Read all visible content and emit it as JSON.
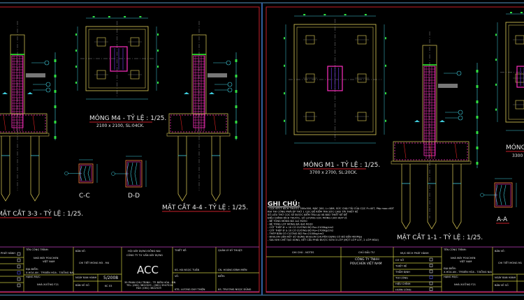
{
  "colors": {
    "background": "#000000",
    "sheet_border": "#c8202a",
    "title_frame": "#c040c0",
    "grid": "#c8c840",
    "concrete": "#c8b850",
    "rebar": "#ff30c0",
    "dimension": "#30e040",
    "leader": "#40d0e0",
    "separator": "#3060a0"
  },
  "left_sheet": {
    "section_3_3_label": "MẶT CẮT 3-3 - TỶ LỆ : 1/25.",
    "plan_m4_label": "MÓNG M4 - TỶ LỆ : 1/25.",
    "plan_m4_size": "2100 x 2100, SL:04CK.",
    "section_4_4_label": "MẶT CẮT 4-4 - TỶ LỆ : 1/25.",
    "detail_cc_label": "C-C",
    "detail_dd_label": "D-D",
    "title_block": {
      "issue_header": "PHÁT HÀNH",
      "owner_caption": "TÊN CÔNG TRÌNH:",
      "owner_name_1": "NHÀ MÁY POUCHEN",
      "owner_name_2": "VIỆT NAM",
      "location_caption": "ĐỊA ĐIỂM:",
      "location": "X.HÓA AN - TP.BIÊN HÒA - T.ĐỒNG NAI",
      "item_caption": "HẠNG MỤC:",
      "item": "NHÀ XƯỞNG F21",
      "drawing_caption": "BẢN VẼ:",
      "drawing_title": "CHI TIẾT MÓNG M3 - M4",
      "date_caption": "NGÀY BAN HÀNH",
      "date": "5/2008",
      "sheet_caption": "BẢN VẼ SỐ",
      "sheet_no": "KC 03",
      "firm_line_1": "HỘI XÂY DỰNG ĐỒNG NAI",
      "firm_line_2": "CÔNG TY TƯ VẤN XÂY DỰNG",
      "firm_logo": "ACC",
      "firm_address_1": "39 PHAN CHU TRINH - TP. BIÊN HÒA - ĐN",
      "firm_address_2": "TEL: (061) 3822529 - (061) 3947524",
      "firm_address_3": "FAX: (061) 3822529",
      "designer_caption": "THIẾT KẾ:",
      "designer": "KS. HÀ NGỌC TUẤN",
      "manager_caption": "QUẢN LÝ KỸ THUẬT:",
      "manager": "CN. HOÀNG ĐÌNH MIÊN",
      "drafter_caption": "VẼ:",
      "drafter": "KTS. LƯƠNG DUY THIỆN",
      "checker_caption": "KIỂM:",
      "checker": "KS. TRƯƠNG NGỌC DŨNG"
    }
  },
  "right_sheet": {
    "plan_m1_label": "MÓNG M1 - TỶ LỆ : 1/25.",
    "plan_m1_size": "3700 x 2700, SL:20CK.",
    "section_1_1_label": "MẶT CẮT 1-1 - TỶ LỆ : 1/25.",
    "plan_m2_label": "MÓNG M",
    "plan_m2_size": "3300",
    "detail_aa_label": "A-A",
    "notes_title": "GHI CHÚ:",
    "notes": [
      "- CỌC BTCT KÍCH THƯỚC 300x300, MÁC 300, L=18M, SỨC CHỊU TẢI CỦA CỌC P=40T, Pép max=60T",
      "  KHI THI CÔNG PHẢI ÉP THỬ 1 CỌC ĐỂ KIỂM TRA SỨC CHỊU TẢI THIẾT KẾ",
      "  SỐ LIỆU THỬ CỌC SẼ ĐƯỢC KIỂM TRA LẠI VÀ BÁO THIẾT KẾ ĐỂ",
      "  ĐIỀU CHỈNH KÍCH THƯỚC, SỐ LƯỢNG CỌC MÓNG CHO HỢP LÝ.",
      "- BÊ TÔNG MÓNG ĐÁ 1x2 M250",
      "- BÊ TÔNG LÓT MÓNG ĐÁ 4x6 M100",
      "- CỐT THÉP Ø < 10 CÓ CƯỜNG ĐỘ Ra=2100kg/cm2",
      "- CỐT THÉP Ø ≥ 10 CÓ CƯỜNG ĐỘ Ra=2700kg/cm2",
      "- THÉP BẢN CÓ CƯỜNG ĐỘ Ra=2100kg/cm2",
      "- BOULON LIÊN KẾT SỬ DỤNG BOULON CHUYÊN DỤNG CÓ ĐỘ BỀN 400Mpa",
      "- SAU KHI CHẾ TẠO XONG, KẾT CẤU PHẢI ĐƯỢC SƠN 3 LỚP (MỘT LỚP LÓT, 2 LỚP MÀU)"
    ],
    "title_block": {
      "notes_header": "GHI CHÚ - NOTES",
      "client_header": "CHỦ ĐẦU TƯ",
      "client_1": "CÔNG TY TNHH",
      "client_2": "POUCHEN VIỆT NAM",
      "issue_header": "MỤC ĐÍCH PHÁT HÀNH",
      "issue_items": [
        {
          "label": "CƠ SỞ",
          "checked": false
        },
        {
          "label": "THIẾT KẾ",
          "checked": false
        },
        {
          "label": "THẨM ĐỊNH",
          "checked": false
        },
        {
          "label": "THI CÔNG",
          "checked": true
        },
        {
          "label": "HIỆU CHỈNH",
          "checked": false
        },
        {
          "label": "HOÀN CÔNG",
          "checked": false
        }
      ],
      "owner_caption": "TÊN CÔNG TRÌNH:",
      "owner_name_1": "NHÀ MÁY POUCHEN",
      "owner_name_2": "VIỆT NAM",
      "location_caption": "ĐỊA ĐIỂM:",
      "location": "X.HÓA AN - TP.BIÊN HÒA - T.ĐỒNG NAI",
      "item_caption": "HẠNG MỤC:",
      "item": "NHÀ XƯỞNG F21",
      "drawing_caption": "BẢN VẼ:",
      "drawing_title": "CHI TIẾT MÓNG M1",
      "date_caption": "NGÀY BAN HÀNH",
      "sheet_caption": "BẢN VẼ SỐ"
    }
  }
}
